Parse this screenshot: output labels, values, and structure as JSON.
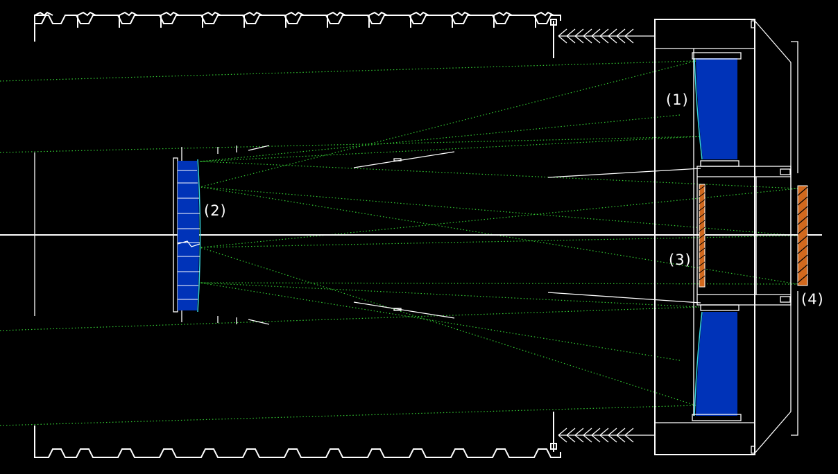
{
  "diagram": {
    "labels": {
      "primary_mirror": "(1)",
      "secondary_mirror": "(2)",
      "corrector_lens": "(3)",
      "field_element": "(4)"
    },
    "colors": {
      "background": "#000000",
      "structure": "#ffffff",
      "glass": "#0033b8",
      "corrector": "#d2691e",
      "rays": "#33cc33",
      "mirror_surface": "#35d4e0"
    }
  }
}
